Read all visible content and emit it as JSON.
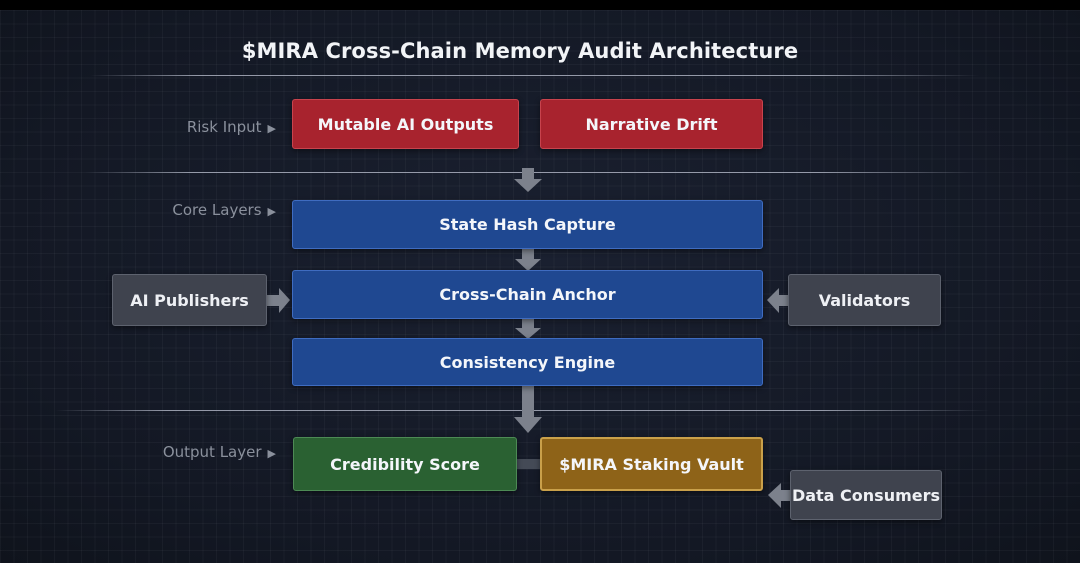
{
  "title": "$MIRA Cross-Chain Memory Audit Architecture",
  "lanes": {
    "risk_input": "Risk Input",
    "core_layers": "Core Layers",
    "output_layer": "Output Layer",
    "lane_marker_icon": "right-triangle-icon",
    "lane_marker_glyph": "▶"
  },
  "risk_boxes": [
    {
      "label": "Mutable AI Outputs",
      "color": "#a8232e"
    },
    {
      "label": "Narrative Drift",
      "color": "#a8232e"
    }
  ],
  "core_boxes": [
    {
      "label": "State Hash Capture",
      "color": "#1f4891"
    },
    {
      "label": "Cross-Chain Anchor",
      "color": "#1f4891"
    },
    {
      "label": "Consistency Engine",
      "color": "#1f4891"
    }
  ],
  "output_boxes": [
    {
      "label": "Credibility Score",
      "color": "#2a6132"
    },
    {
      "label": "$MIRA Staking Vault",
      "color": "#8e6318"
    }
  ],
  "actors": {
    "ai_publishers": "AI Publishers",
    "validators": "Validators",
    "data_consumers": "Data Consumers"
  }
}
